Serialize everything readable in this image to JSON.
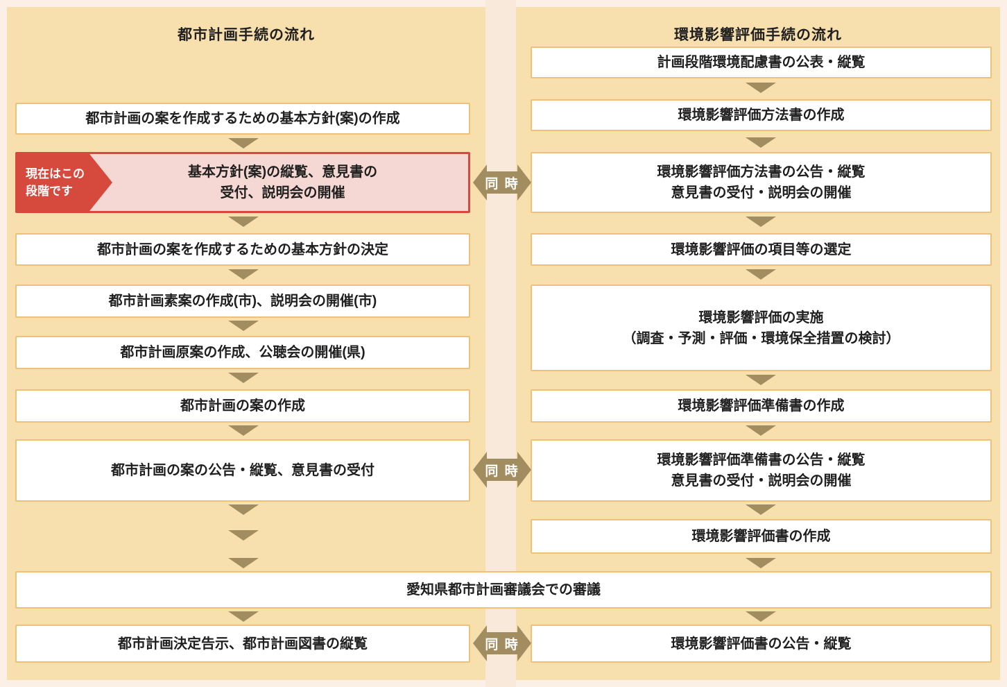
{
  "colors": {
    "page_bg": "#fcefe5",
    "mid_strip": "#f9e9da",
    "panel_bg": "#f7dfae",
    "box_bg": "#ffffff",
    "box_border": "#eec17a",
    "arrow_brown": "#a28d60",
    "badge_brown": "#a28d60",
    "highlight_red": "#d64a3e",
    "highlight_fill": "#f5d8d3",
    "text": "#1f1f1f"
  },
  "left_column": {
    "title": "都市計画手続の流れ",
    "boxes": {
      "b1": "都市計画の案を作成するための基本方針(案)の作成",
      "highlight": {
        "marker_line1": "現在はこの",
        "marker_line2": "段階です",
        "line1": "基本方針(案)の縦覧、意見書の",
        "line2": "受付、説明会の開催"
      },
      "b2": "都市計画の案を作成するための基本方針の決定",
      "b3": "都市計画素案の作成(市)、説明会の開催(市)",
      "b4": "都市計画原案の作成、公聴会の開催(県)",
      "b5": "都市計画の案の作成",
      "b6": "都市計画の案の公告・縦覧、意見書の受付",
      "b7": "都市計画決定告示、都市計画図書の縦覧"
    }
  },
  "right_column": {
    "title": "環境影響評価手続の流れ",
    "boxes": {
      "b1": "計画段階環境配慮書の公表・縦覧",
      "b2": "環境影響評価方法書の作成",
      "b3_line1": "環境影響評価方法書の公告・縦覧",
      "b3_line2": "意見書の受付・説明会の開催",
      "b4": "環境影響評価の項目等の選定",
      "b5_line1": "環境影響評価の実施",
      "b5_line2": "（調査・予測・評価・環境保全措置の検討）",
      "b6": "環境影響評価準備書の作成",
      "b7_line1": "環境影響評価準備書の公告・縦覧",
      "b7_line2": "意見書の受付・説明会の開催",
      "b8": "環境影響評価書の作成",
      "b9": "環境影響評価書の公告・縦覧"
    }
  },
  "shared": {
    "council_box": "愛知県都市計画審議会での審議",
    "simultaneous_label": "同 時"
  }
}
